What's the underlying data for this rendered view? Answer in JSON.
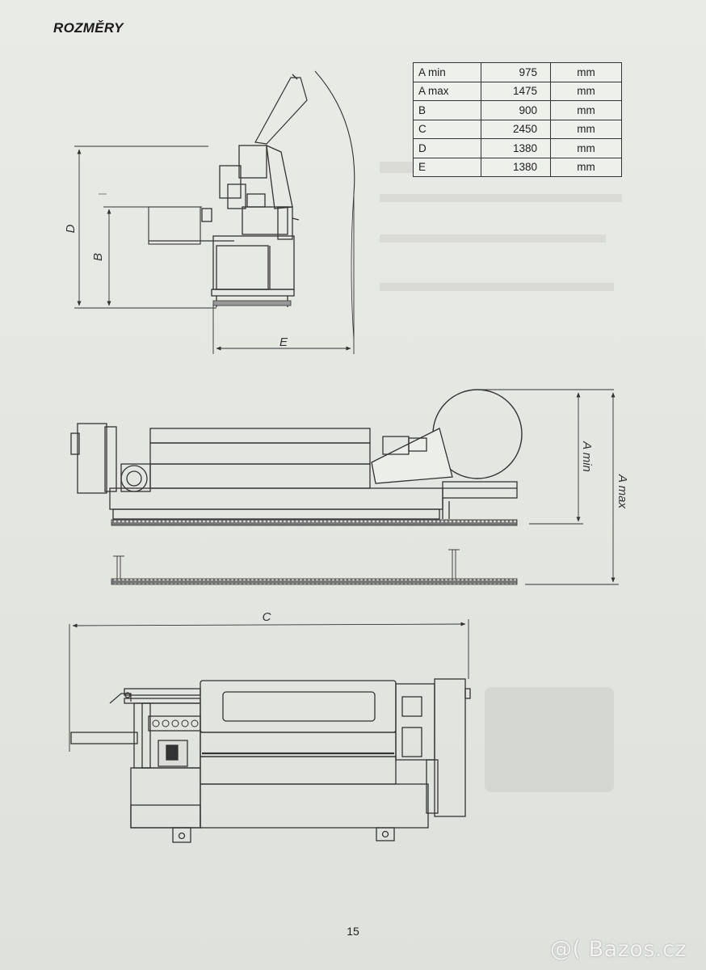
{
  "page": {
    "title": "ROZMĚRY",
    "page_number": "15",
    "watermark": "@( Bazos.cz"
  },
  "dimensions_table": [
    {
      "label": "A min",
      "value": "975",
      "unit": "mm"
    },
    {
      "label": "A max",
      "value": "1475",
      "unit": "mm"
    },
    {
      "label": "B",
      "value": "900",
      "unit": "mm"
    },
    {
      "label": "C",
      "value": "2450",
      "unit": "mm"
    },
    {
      "label": "D",
      "value": "1380",
      "unit": "mm"
    },
    {
      "label": "E",
      "value": "1380",
      "unit": "mm"
    }
  ],
  "drawing_labels": {
    "D": "D",
    "B": "B",
    "E": "E",
    "A_min": "A  min",
    "A_max": "A  max",
    "C": "C"
  }
}
